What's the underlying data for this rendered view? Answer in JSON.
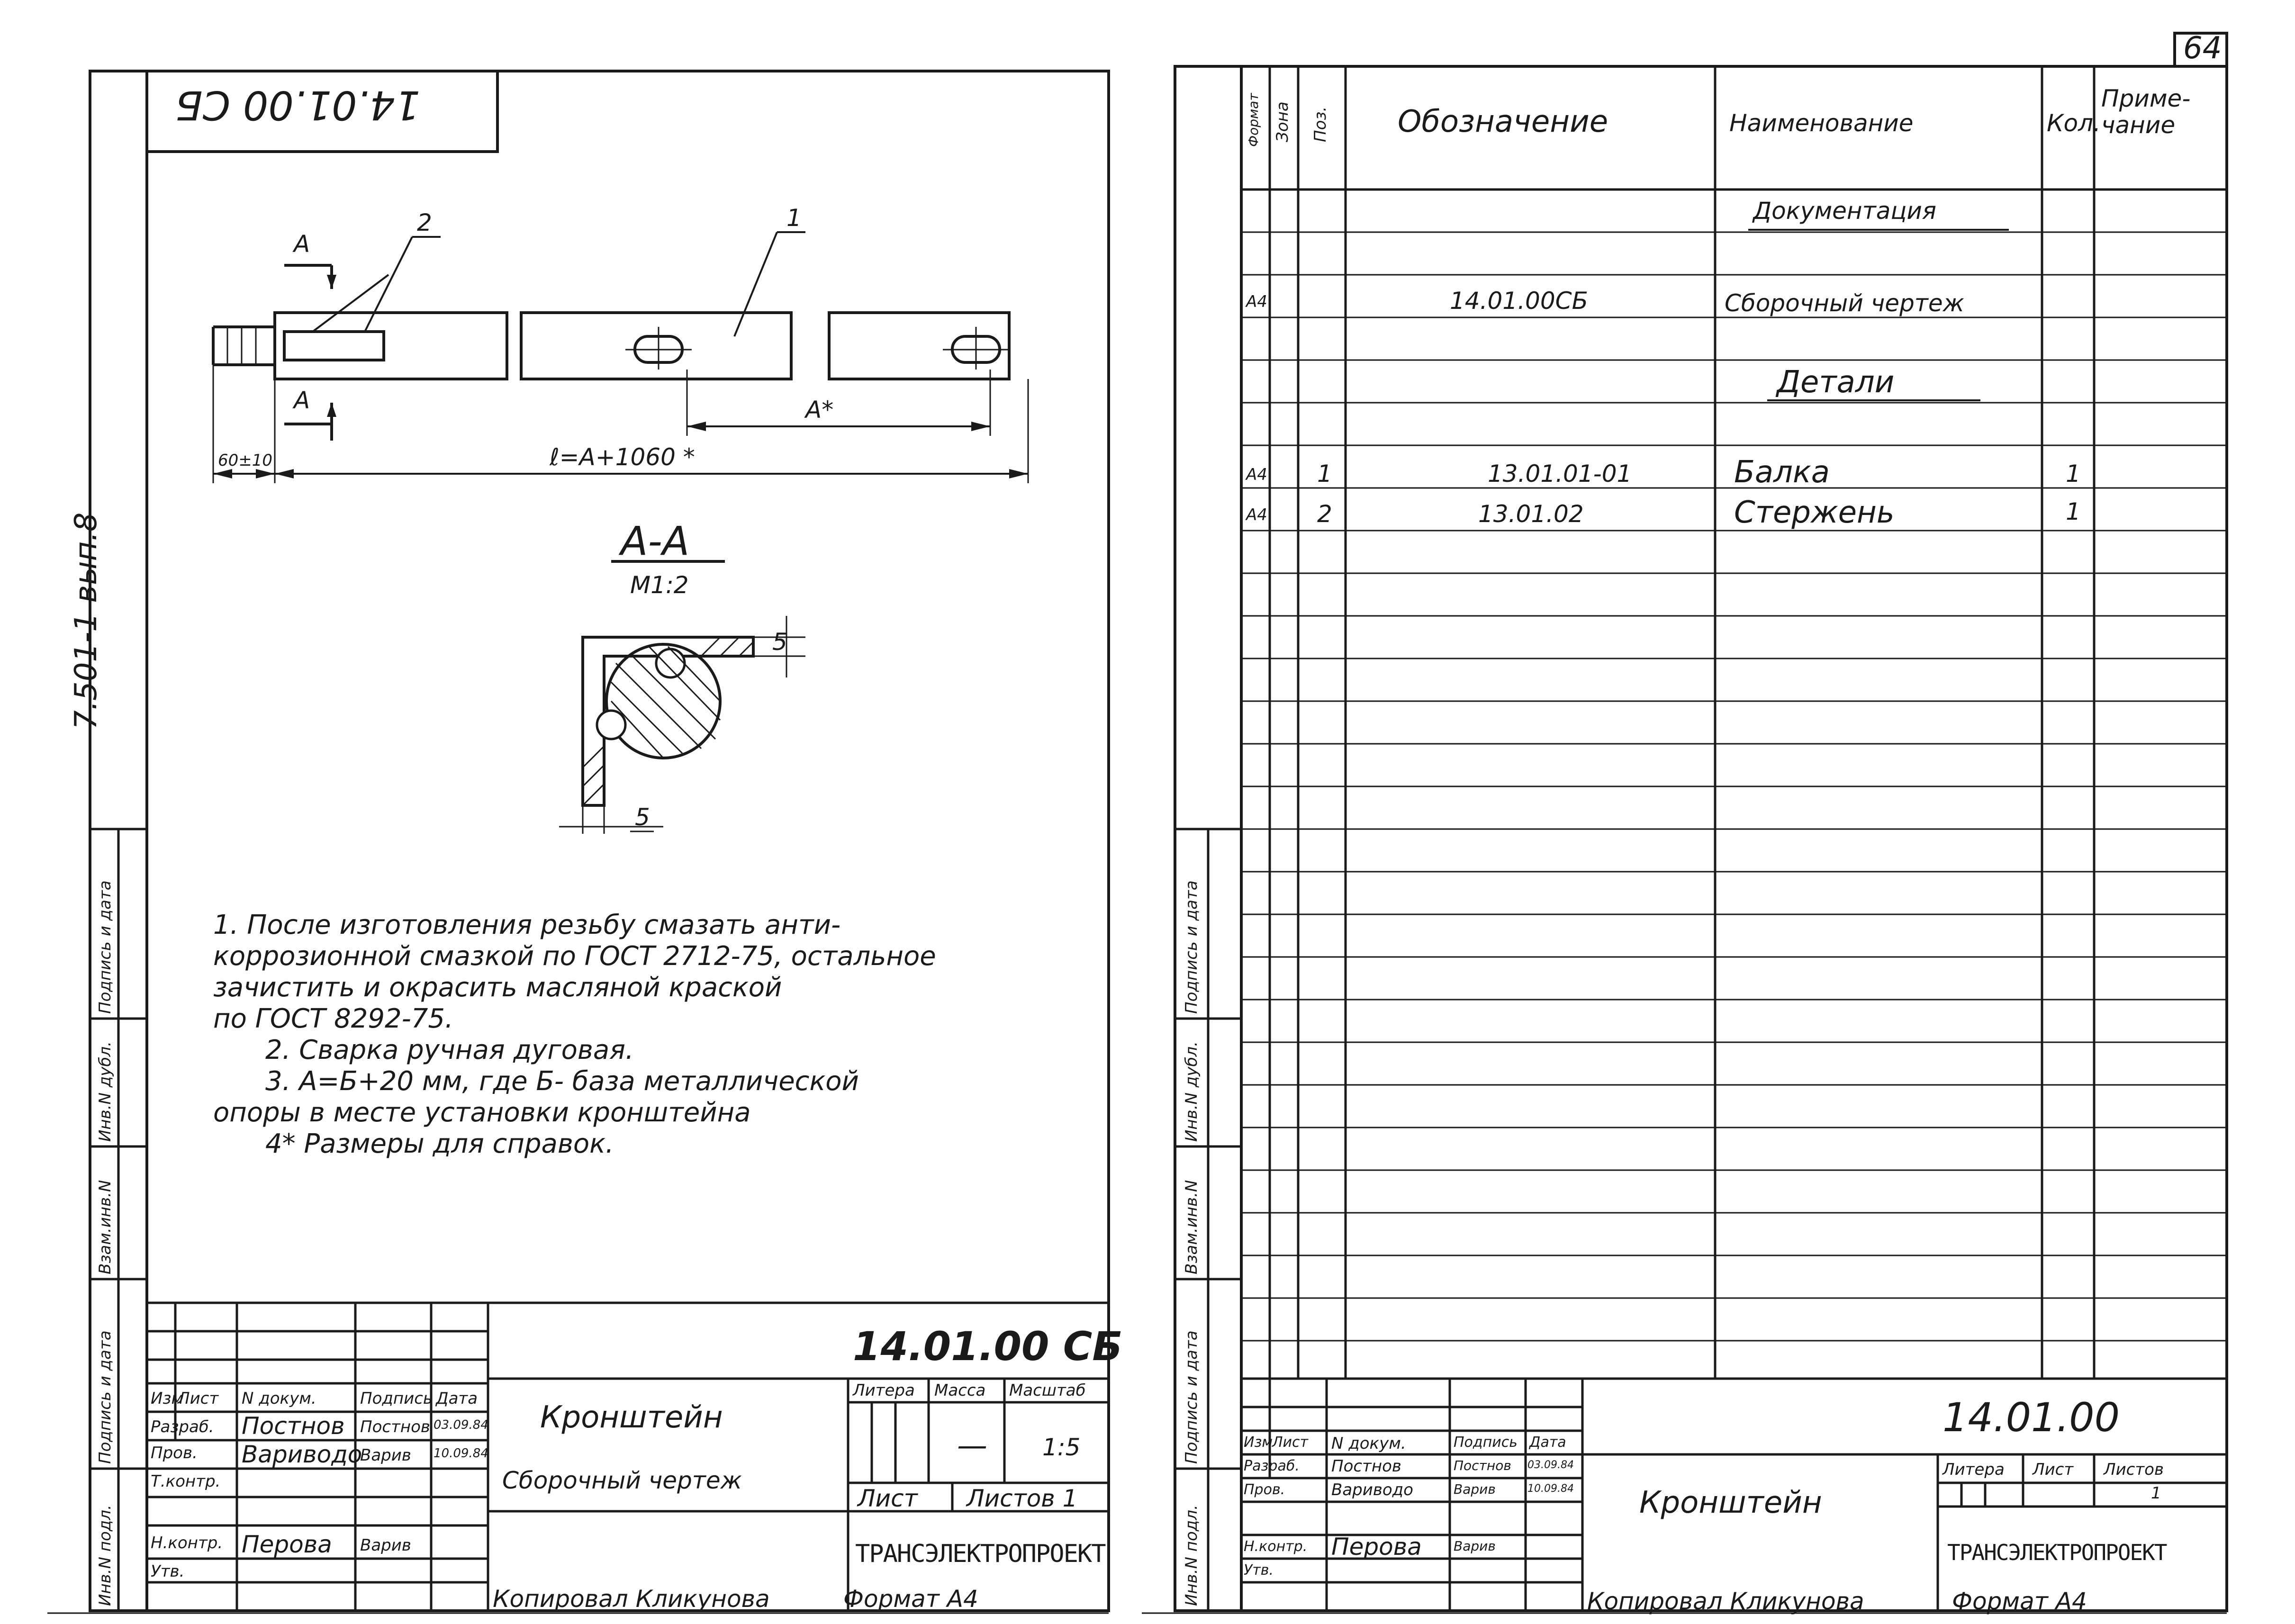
{
  "page": {
    "number": "64"
  },
  "left": {
    "corner_code": "14.01.00 СБ",
    "series_label": "7.501-1 вып.8",
    "drawing": {
      "section_mark": "А",
      "callout_1": "1",
      "callout_2": "2",
      "dim_a": "А*",
      "dim_offset": "60±10",
      "dim_length": "ℓ=А+1060 *",
      "section_title": "А-А",
      "section_scale": "М1:2",
      "dim_5_top": "5",
      "dim_5_bottom": "5"
    },
    "notes": [
      "1. После изготовления резьбу смазать анти-",
      "коррозионной смазкой по ГОСТ 2712-75, остальное",
      "зачистить и окрасить масляной краской",
      "по ГОСТ 8292-75.",
      "2. Сварка ручная дуговая.",
      "3. А=Б+20 мм, где Б- база металлической",
      "опоры в месте установки кронштейна",
      "4* Размеры для справок."
    ],
    "side_labels": [
      "Подпись и дата",
      "Инв.N дубл.",
      "Взам.инв.N",
      "Подпись и дата",
      "Инв.N подл."
    ],
    "title_block": {
      "code": "14.01.00 СБ",
      "headers": {
        "izm": "Изм",
        "list": "Лист",
        "ndoc": "N докум.",
        "sign": "Подпись",
        "date": "Дата"
      },
      "rows": [
        {
          "role": "Разраб.",
          "name": "Постнов",
          "sign": "Постнов",
          "date": "03.09.84"
        },
        {
          "role": "Пров.",
          "name": "Вариводо",
          "sign": "Варив",
          "date": "10.09.84"
        },
        {
          "role": "Т.контр.",
          "name": "",
          "sign": "",
          "date": ""
        },
        {
          "role": "",
          "name": "",
          "sign": "",
          "date": ""
        },
        {
          "role": "Н.контр.",
          "name": "Перова",
          "sign": "Варив",
          "date": ""
        },
        {
          "role": "Утв.",
          "name": "",
          "sign": "",
          "date": ""
        }
      ],
      "product": "Кронштейн",
      "doc_type": "Сборочный чертеж",
      "litera_label": "Литера",
      "mass_label": "Масса",
      "scale_label": "Масштаб",
      "mass_value": "—",
      "scale_value": "1:5",
      "sheet_label": "Лист",
      "sheets_label": "Листов 1",
      "org": "ТРАНСЭЛЕКТРОПРОЕКТ"
    },
    "footer": {
      "copied": "Копировал Кликунова",
      "format": "Формат А4"
    }
  },
  "right": {
    "headers": {
      "format": "Формат",
      "zone": "Зона",
      "pos": "Поз.",
      "designation": "Обозначение",
      "name": "Наименование",
      "qty": "Кол.",
      "note": "Приме-чание"
    },
    "rows": [
      {
        "format": "",
        "pos": "",
        "designation": "",
        "name": "Документация",
        "qty": "",
        "underline": true
      },
      {
        "format": "А4",
        "pos": "",
        "designation": "14.01.00СБ",
        "name": "Сборочный чертеж",
        "qty": ""
      },
      {
        "format": "",
        "pos": "",
        "designation": "",
        "name": "Детали",
        "qty": "",
        "underline": true
      },
      {
        "format": "А4",
        "pos": "1",
        "designation": "13.01.01-01",
        "name": "Балка",
        "qty": "1"
      },
      {
        "format": "А4",
        "pos": "2",
        "designation": "13.01.02",
        "name": "Стержень",
        "qty": "1"
      }
    ],
    "side_labels": [
      "Подпись и дата",
      "Инв.N дубл.",
      "Взам.инв.N",
      "Подпись и дата",
      "Инв.N подл."
    ],
    "title_block": {
      "code": "14.01.00",
      "headers": {
        "izm": "Изм",
        "list": "Лист",
        "ndoc": "N докум.",
        "sign": "Подпись",
        "date": "Дата"
      },
      "rows": [
        {
          "role": "Разраб.",
          "name": "Постнов",
          "sign": "Постнов",
          "date": "03.09.84"
        },
        {
          "role": "Пров.",
          "name": "Вариводо",
          "sign": "Варив",
          "date": "10.09.84"
        },
        {
          "role": "",
          "name": "",
          "sign": "",
          "date": ""
        },
        {
          "role": "",
          "name": "",
          "sign": "",
          "date": ""
        },
        {
          "role": "Н.контр.",
          "name": "Перова",
          "sign": "Варив",
          "date": ""
        },
        {
          "role": "Утв.",
          "name": "",
          "sign": "",
          "date": ""
        }
      ],
      "product": "Кронштейн",
      "litera_label": "Литера",
      "sheet_label": "Лист",
      "sheets_label": "Листов",
      "sheets_value": "1",
      "org": "ТРАНСЭЛЕКТРОПРОЕКТ"
    },
    "footer": {
      "copied": "Копировал Кликунова",
      "format": "Формат А4"
    }
  }
}
